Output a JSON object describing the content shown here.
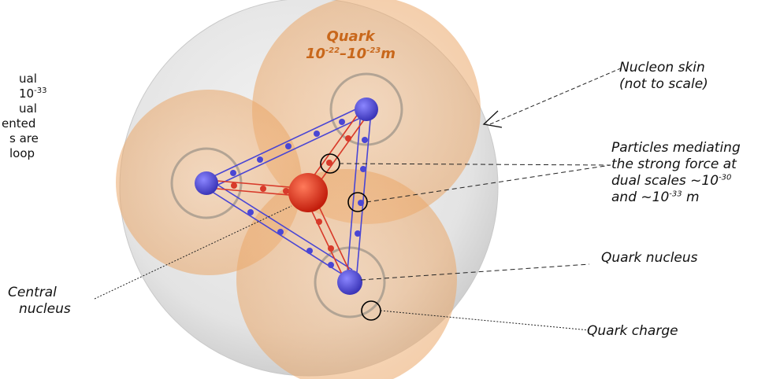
{
  "left_note": {
    "lines": [
      "ual",
      "10",
      "ual",
      "ented",
      "s are",
      "loop"
    ],
    "line2_exp": "-33"
  },
  "quark_label": {
    "name": "Quark",
    "size_a": "10",
    "size_a_exp": "-22",
    "dash": "–",
    "size_b": "10",
    "size_b_exp": "-23",
    "unit": "m"
  },
  "labels": {
    "nucleon_skin": [
      "Nucleon skin",
      "(not to scale)"
    ],
    "particles": {
      "line1": "Particles mediating",
      "line2": "the strong force at",
      "line3_pre": "dual scales ~10",
      "line3_exp": "-30",
      "line4_pre": "and ~10",
      "line4_exp": "-33",
      "line4_post": " m"
    },
    "quark_nucleus": "Quark nucleus",
    "quark_charge": "Quark charge",
    "central_nucleus": [
      "Central",
      "nucleus"
    ]
  },
  "colors": {
    "skin": "#d9d9d9",
    "quark_sphere": "#f2b47a",
    "quark_nucleus": "#5b55d6",
    "central_nucleus": "#e2331c",
    "blue_link": "#4a46d4",
    "red_link": "#d83a2a",
    "ring": "#a89c8e",
    "quark_title": "#c8671b"
  }
}
